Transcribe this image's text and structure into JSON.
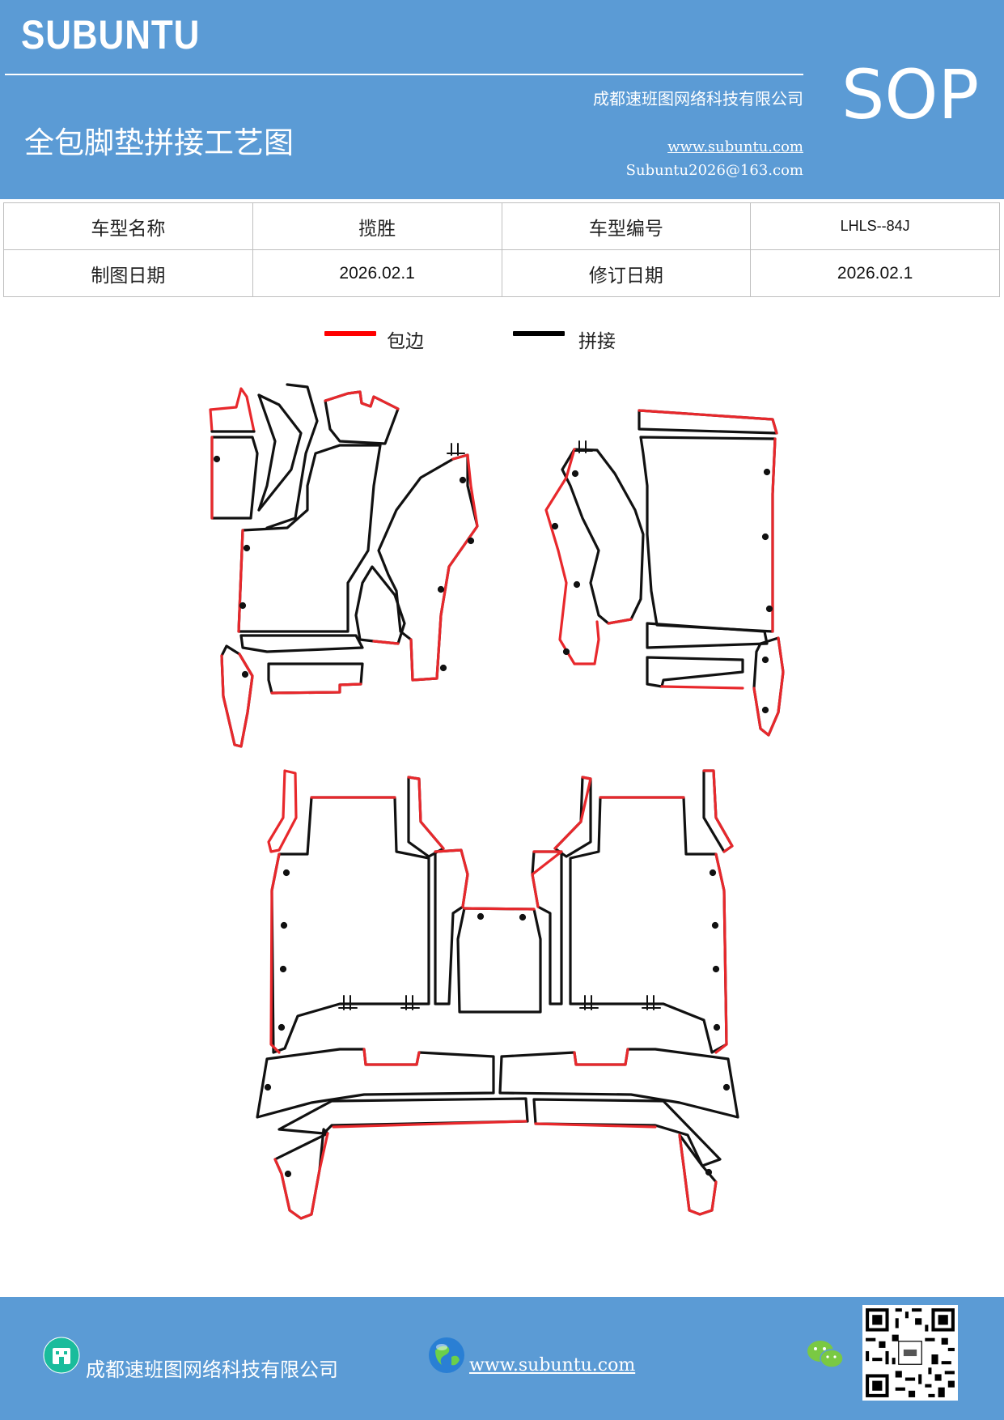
{
  "header": {
    "brand": "SUBUNTU",
    "company": "成都速班图网络科技有限公司",
    "title": "全包脚垫拼接工艺图",
    "website": "www.subuntu.com",
    "email": "Subuntu2026@163.com",
    "badge": "SOP"
  },
  "info_table": {
    "row1": {
      "label1": "车型名称",
      "value1": "揽胜",
      "label2": "车型编号",
      "value2": "LHLS--84J"
    },
    "row2": {
      "label1": "制图日期",
      "value1": "2026.02.1",
      "label2": "修订日期",
      "value2": "2026.02.1"
    }
  },
  "legend": {
    "items": [
      {
        "label": "包边",
        "color": "#ff0000"
      },
      {
        "label": "拼接",
        "color": "#000000"
      }
    ]
  },
  "footer": {
    "company": "成都速班图网络科技有限公司",
    "website": "www.subuntu.com",
    "icons": [
      "building-icon",
      "globe-icon",
      "wechat-icon",
      "qr-code"
    ]
  },
  "colors": {
    "header_bg": "#5b9bd5",
    "trim_red": "#e8282c",
    "seam_black": "#111111"
  }
}
